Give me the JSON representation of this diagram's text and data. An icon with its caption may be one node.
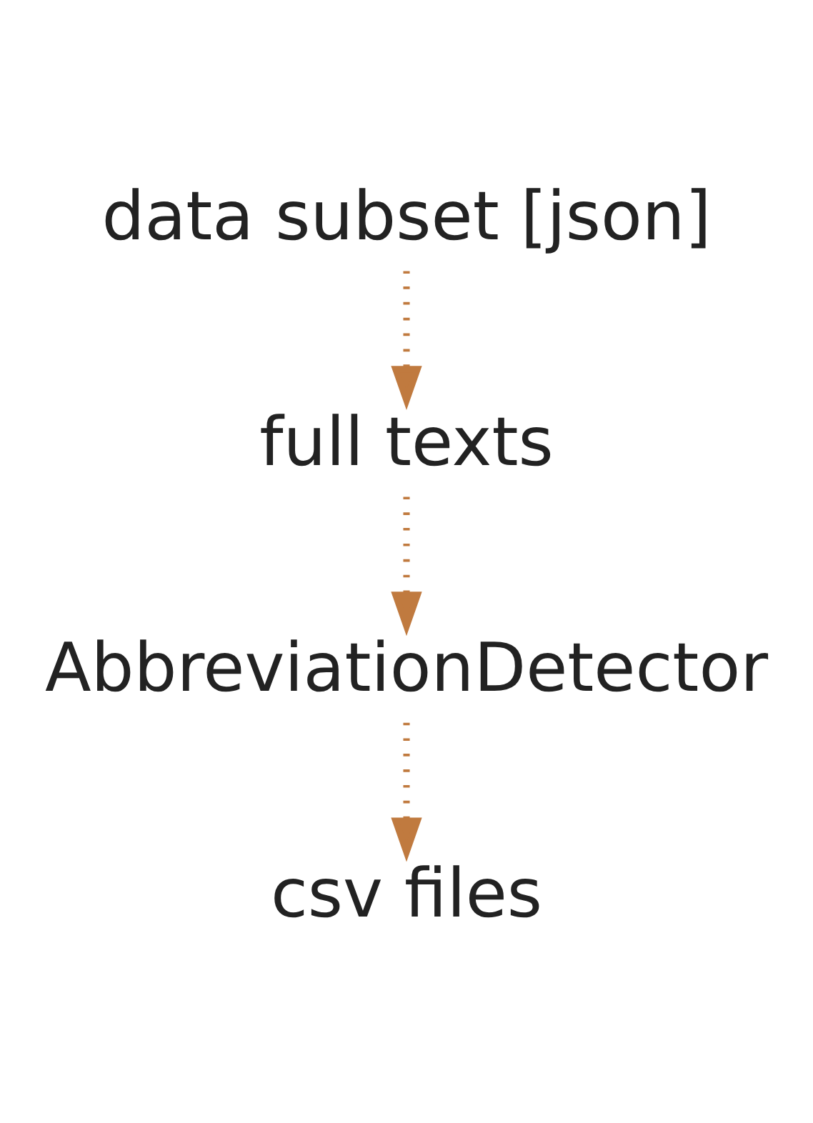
{
  "diagram": {
    "nodes": [
      {
        "text": [
          "data subset [json]"
        ]
      },
      {
        "text": [
          "full texts"
        ]
      },
      {
        "text": [
          "AbbreviationDetector"
        ]
      },
      {
        "text": [
          "csv files"
        ]
      }
    ],
    "edges": [
      {
        "from": 0,
        "to": 1,
        "arrow": "to",
        "style": "dashed"
      },
      {
        "from": 1,
        "to": 2,
        "arrow": "to",
        "style": "dashed"
      },
      {
        "from": 2,
        "to": 3,
        "arrow": "to",
        "style": "dashed"
      }
    ]
  }
}
